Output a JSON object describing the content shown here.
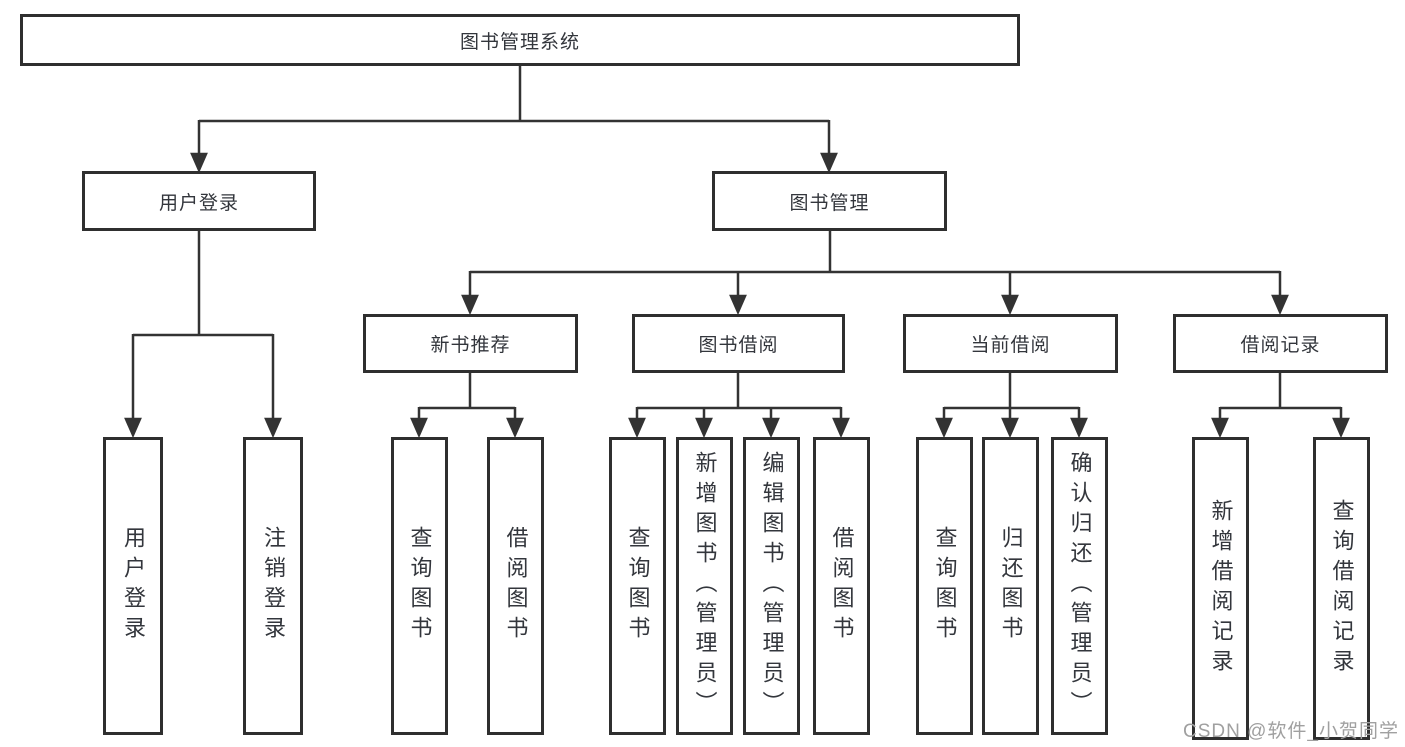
{
  "diagram": {
    "type": "tree-diagram",
    "title": "图书管理系统"
  },
  "colors": {
    "line": "#333333",
    "box_border": "#2f2f2f",
    "box_fill": "#ffffff",
    "text": "#33363c",
    "watermark": "#a0a0a0"
  },
  "nodes": {
    "root": "图书管理系统",
    "level2": {
      "user_login": "用户登录",
      "book_mgmt": "图书管理"
    },
    "level3": {
      "new_book_rec": "新书推荐",
      "book_borrow": "图书借阅",
      "current_borrow": "当前借阅",
      "borrow_records": "借阅记录"
    },
    "leaves": {
      "user_login": "用户登录",
      "logout": "注销登录",
      "nbr_query_books": "查询图书",
      "nbr_borrow_books": "借阅图书",
      "bb_query_books": "查询图书",
      "bb_add_books_admin": "新增图书（管理员）",
      "bb_edit_books_admin": "编辑图书（管理员）",
      "bb_borrow_books": "借阅图书",
      "cb_query_books": "查询图书",
      "cb_return_books": "归还图书",
      "cb_confirm_return_admin": "确认归还（管理员）",
      "br_add_record": "新增借阅记录",
      "br_query_record": "查询借阅记录"
    }
  },
  "watermark": "CSDN @软件_小贺同学"
}
